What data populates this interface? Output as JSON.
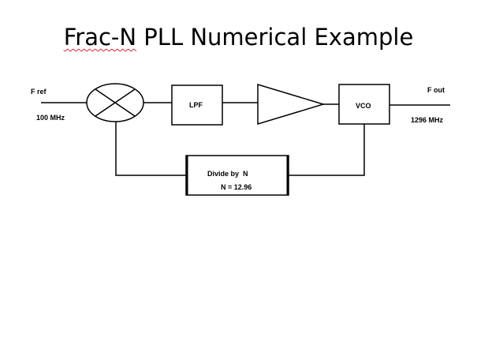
{
  "title": {
    "prefix": "Frac-N",
    "rest": " PLL Numerical Example"
  },
  "input": {
    "label": "F ref",
    "frequency": "100 MHz"
  },
  "output": {
    "label": "F out",
    "frequency": "1296 MHz"
  },
  "blocks": {
    "filter": "LPF",
    "oscillator": "VCO",
    "divider_title": "Divide by  N",
    "divider_value": "N = 12.96"
  },
  "colors": {
    "line": "#000000",
    "spellcheck_underline": "#dd2233"
  }
}
